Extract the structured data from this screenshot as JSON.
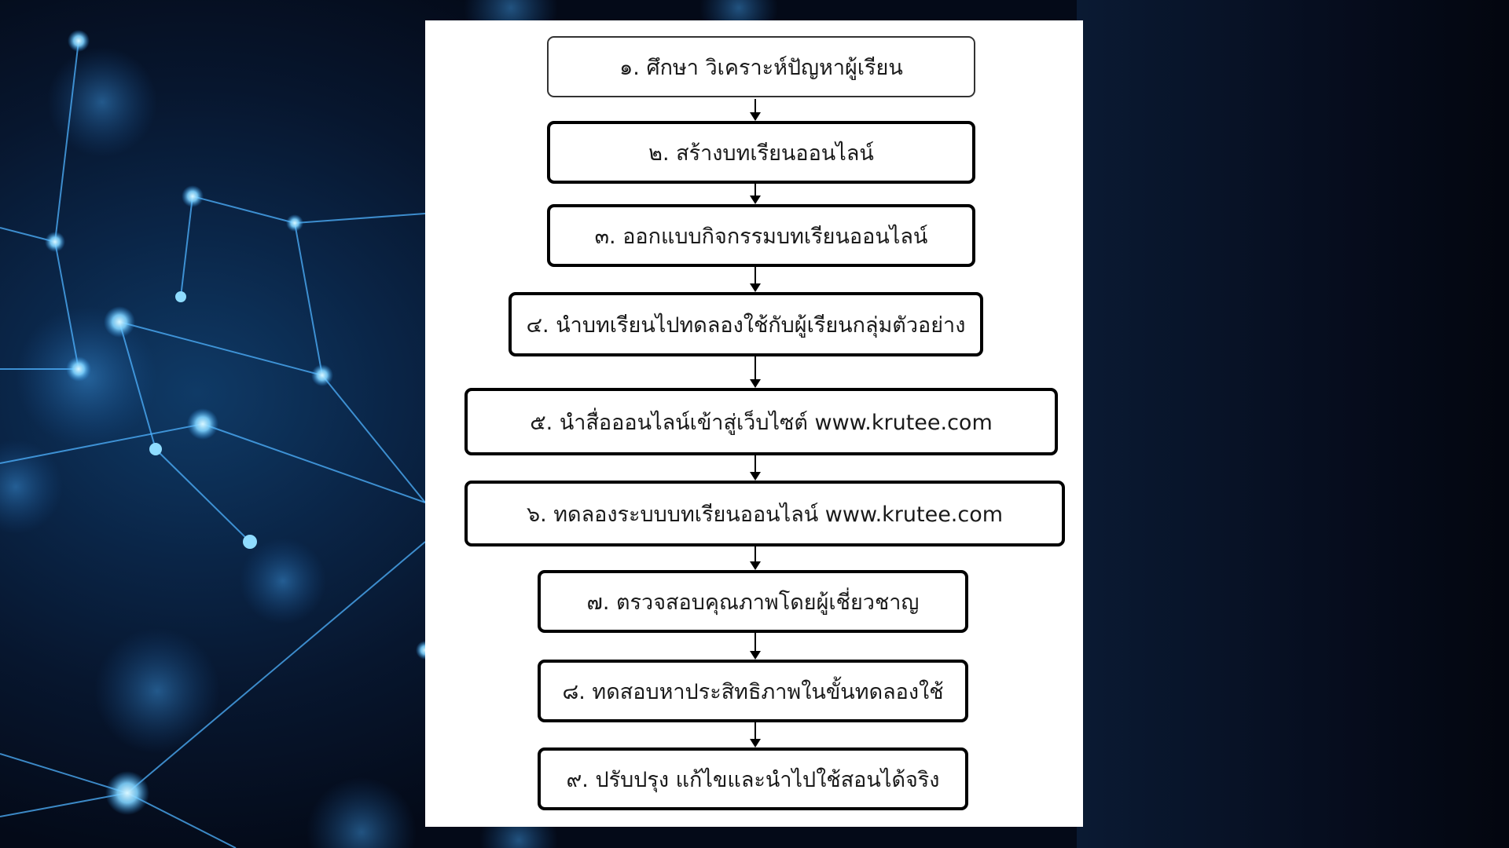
{
  "diagram": {
    "steps": [
      {
        "label": "๑. ศึกษา วิเคราะห์ปัญหาผู้เรียน"
      },
      {
        "label": "๒. สร้างบทเรียนออนไลน์"
      },
      {
        "label": "๓. ออกแบบกิจกรรมบทเรียนออนไลน์"
      },
      {
        "label": "๔. นำบทเรียนไปทดลองใช้กับผู้เรียนกลุ่มตัวอย่าง"
      },
      {
        "label": "๕. นำสื่อออนไลน์เข้าสู่เว็บไซต์ www.krutee.com"
      },
      {
        "label": "๖. ทดลองระบบบทเรียนออนไลน์ www.krutee.com"
      },
      {
        "label": "๗. ตรวจสอบคุณภาพโดยผู้เชี่ยวชาญ"
      },
      {
        "label": "๘. ทดสอบหาประสิทธิภาพในขั้นทดลองใช้"
      },
      {
        "label": "๙. ปรับปรุง แก้ไขและนำไปใช้สอนได้จริง"
      }
    ]
  },
  "colors": {
    "background": "#06142b",
    "network_line": "#4fb3ff",
    "network_node": "#8fdcff",
    "panel": "#ffffff",
    "box_border": "#000000",
    "text": "#1a1a1a"
  }
}
